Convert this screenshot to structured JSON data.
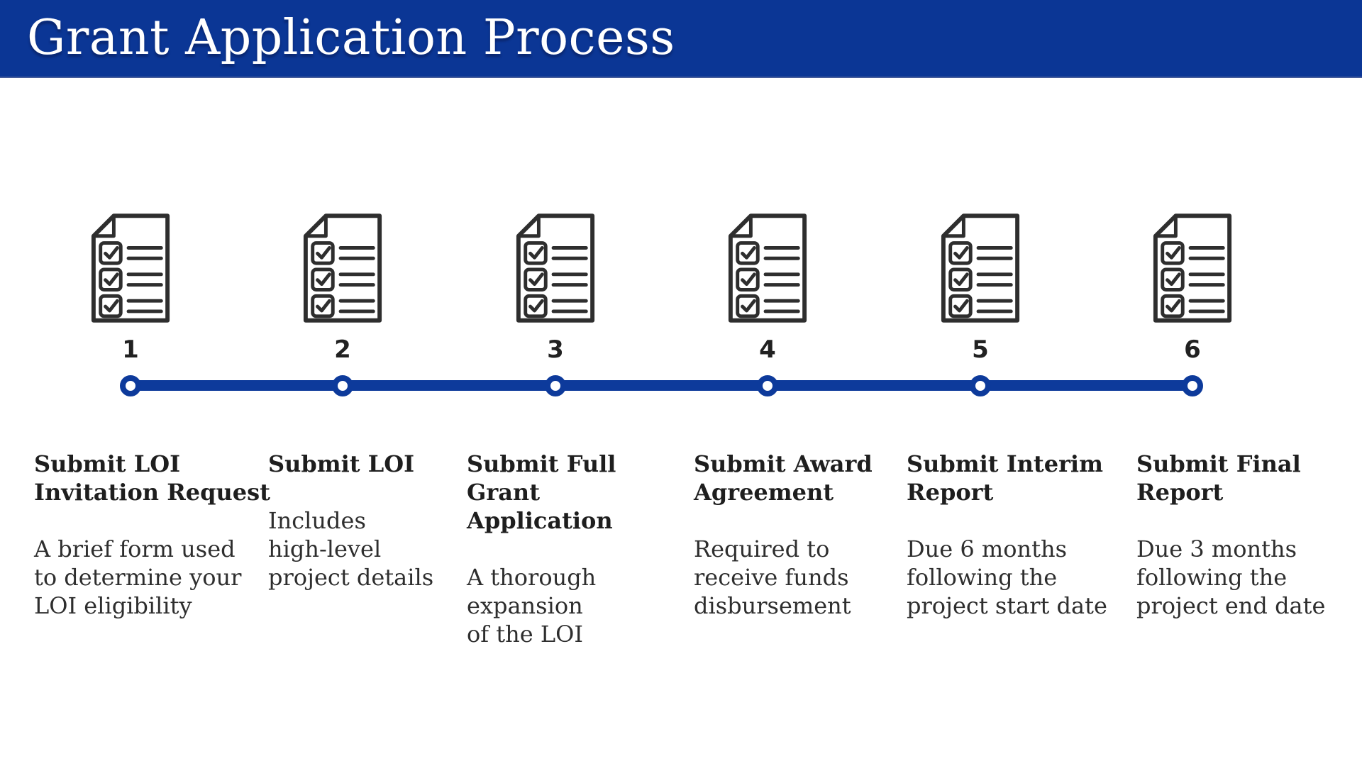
{
  "header": {
    "title": "Grant Application Process"
  },
  "colors": {
    "header_bg": "#0B3695",
    "timeline_blue": "#0D3A9B",
    "icon_stroke": "#2E2E2E",
    "title_text": "#1E1E1E",
    "body_text": "#2E2E2E",
    "header_text": "#FFFFFF"
  },
  "timeline": {
    "icon_name": "checklist-document-icon",
    "steps": [
      {
        "number": "1",
        "title": "Submit LOI\nInvitation Request",
        "description": "A brief form used\nto determine your\nLOI eligibility"
      },
      {
        "number": "2",
        "title": "Submit LOI",
        "description": "Includes\nhigh-level\nproject details"
      },
      {
        "number": "3",
        "title": "Submit Full\nGrant\nApplication",
        "description": "A thorough\nexpansion\nof the LOI"
      },
      {
        "number": "4",
        "title": "Submit Award\nAgreement",
        "description": "Required to\nreceive funds\ndisbursement"
      },
      {
        "number": "5",
        "title": "Submit Interim\nReport",
        "description": "Due 6 months\nfollowing the\nproject start date"
      },
      {
        "number": "6",
        "title": "Submit Final\nReport",
        "description": "Due 3 months\nfollowing the\nproject end date"
      }
    ]
  }
}
